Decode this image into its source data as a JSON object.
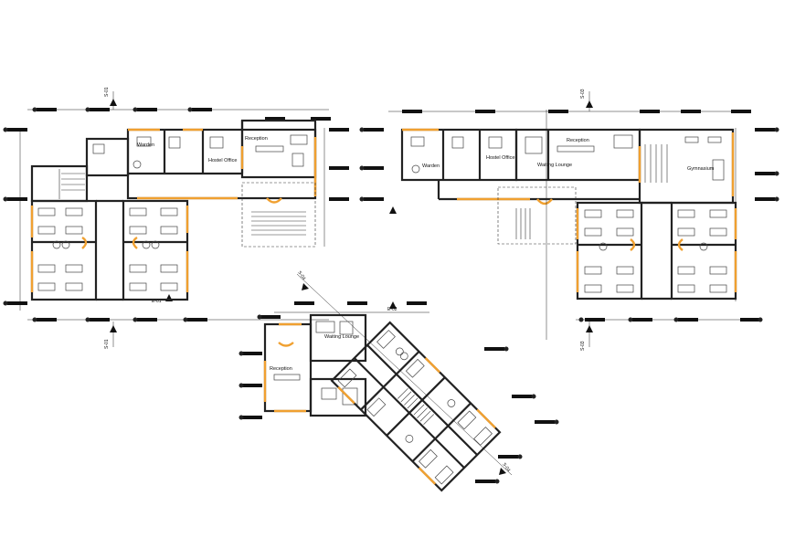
{
  "plans": {
    "ground": {
      "labels": {
        "warden": "Warden",
        "hostel_office": "Hostel Office",
        "reception": "Reception"
      },
      "sections": {
        "top": "S-01",
        "bottom": "S-01",
        "right": "E-01"
      }
    },
    "first": {
      "labels": {
        "warden": "Warden",
        "hostel_office": "Hostel Office",
        "reception": "Reception",
        "waiting_lounge": "Waiting Lounge",
        "gymnasium": "Gymnasium"
      },
      "sections": {
        "top": "S-03",
        "bottom": "S-03"
      }
    },
    "rotated": {
      "labels": {
        "waiting_lounge": "Waiting Lounge",
        "reception": "Reception"
      },
      "sections": {
        "top": "E-02",
        "left": "S-04",
        "right": "S-04"
      }
    }
  },
  "colors": {
    "wall": "#222222",
    "door_accent": "#f0a030",
    "background": "#ffffff"
  }
}
